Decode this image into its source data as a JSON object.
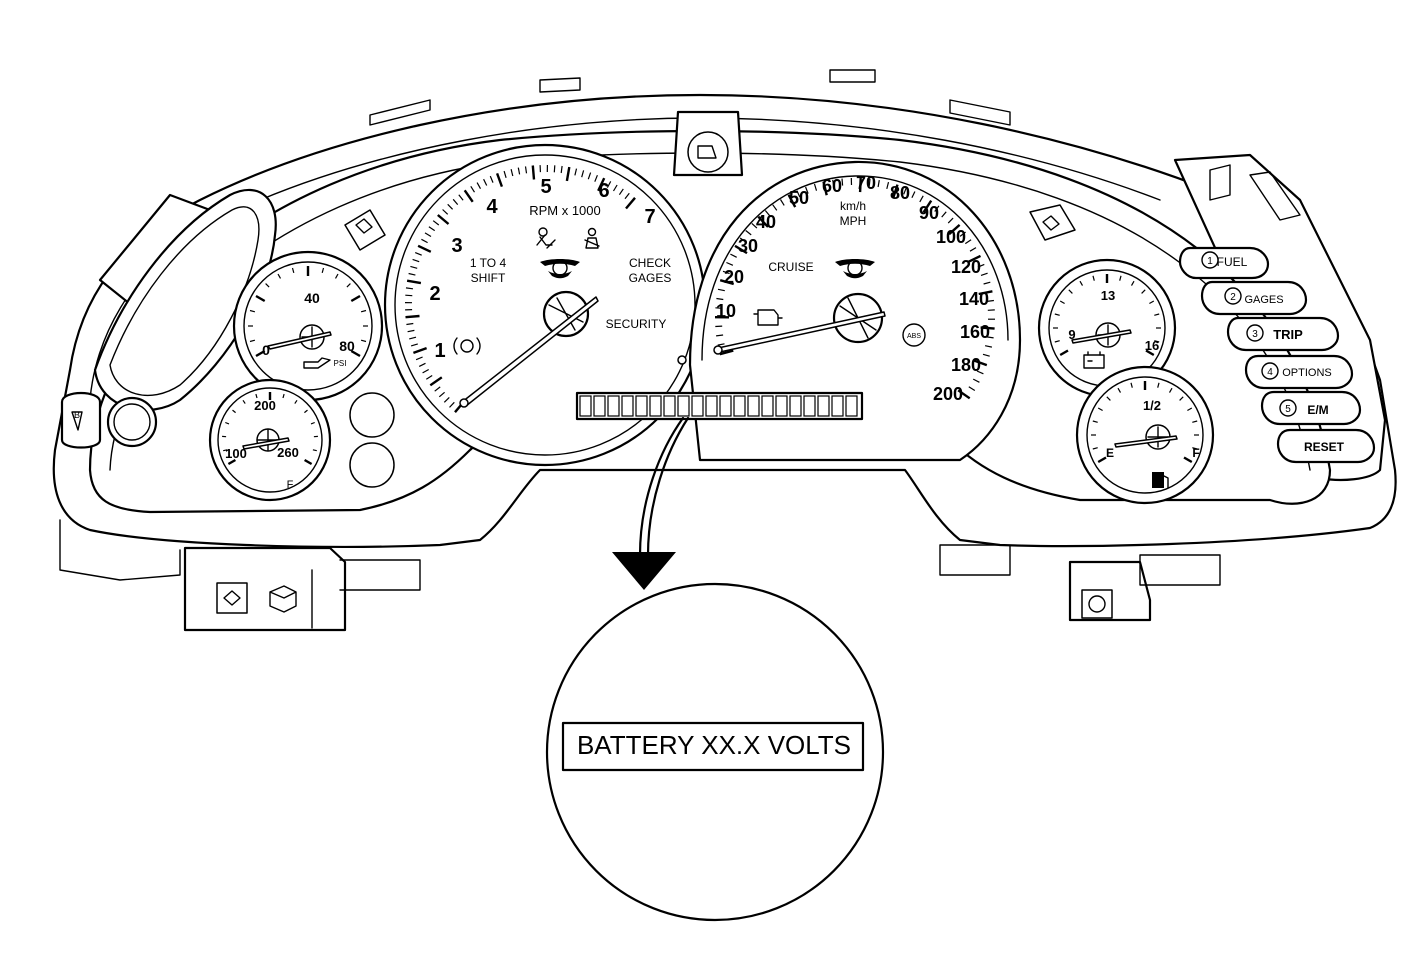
{
  "tachometer": {
    "numbers": [
      "1",
      "2",
      "3",
      "4",
      "5",
      "6",
      "7"
    ],
    "units": "RPM x 1000",
    "shift_label_line1": "1 TO 4",
    "shift_label_line2": "SHIFT",
    "check_gages_line1": "CHECK",
    "check_gages_line2": "GAGES",
    "security": "SECURITY"
  },
  "speedometer": {
    "mph_numbers": [
      "10",
      "20",
      "30",
      "40",
      "50",
      "60",
      "70",
      "80",
      "90",
      "100",
      "120",
      "140",
      "160",
      "180",
      "200"
    ],
    "units_line1": "km/h",
    "units_line2": "MPH",
    "cruise": "CRUISE",
    "abs": "ABS"
  },
  "oil_gauge": {
    "low": "0",
    "mid": "40",
    "high": "80",
    "unit": "PSI"
  },
  "temp_gauge": {
    "low": "100",
    "mid": "200",
    "high": "260",
    "unit": "F"
  },
  "volt_gauge": {
    "low": "9",
    "mid": "13",
    "high": "16"
  },
  "fuel_gauge": {
    "empty": "E",
    "half": "1/2",
    "full": "F"
  },
  "buttons": [
    {
      "num": "1",
      "label": "FUEL"
    },
    {
      "num": "2",
      "label": "GAGES"
    },
    {
      "num": "3",
      "label": "TRIP"
    },
    {
      "num": "4",
      "label": "OPTIONS"
    },
    {
      "num": "5",
      "label": "E/M"
    },
    {
      "num": "",
      "label": "RESET"
    }
  ],
  "callout": {
    "text": "BATTERY XX.X VOLTS"
  }
}
